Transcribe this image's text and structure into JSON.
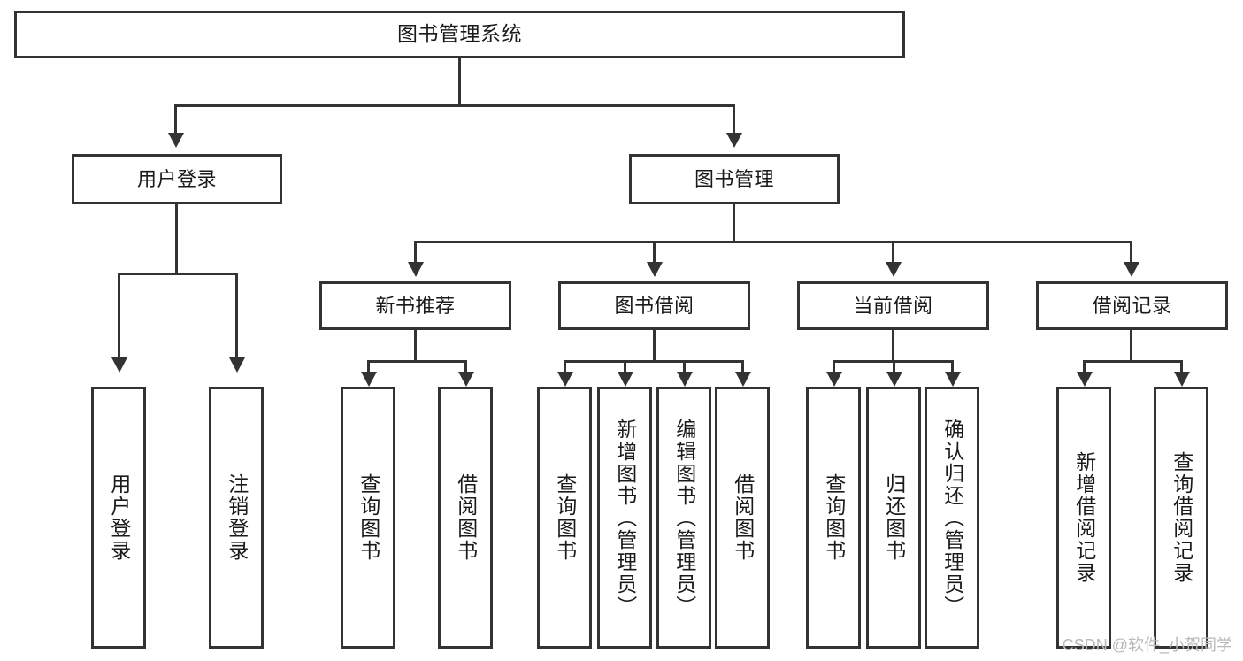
{
  "diagram": {
    "title_box": {
      "label": "图书管理系统"
    },
    "level1": [
      {
        "id": "user-login",
        "label": "用户登录"
      },
      {
        "id": "book-management",
        "label": "图书管理"
      }
    ],
    "level2": [
      {
        "id": "new-book-recommend",
        "label": "新书推荐"
      },
      {
        "id": "book-borrow",
        "label": "图书借阅"
      },
      {
        "id": "current-borrow",
        "label": "当前借阅"
      },
      {
        "id": "borrow-record",
        "label": "借阅记录"
      }
    ],
    "leaves": {
      "user_login": [
        {
          "id": "leaf-user-login",
          "label": "用户登录"
        },
        {
          "id": "leaf-logout-login",
          "label": "注销登录"
        }
      ],
      "new_book_recommend": [
        {
          "id": "leaf-query-book-1",
          "label": "查询图书"
        },
        {
          "id": "leaf-borrow-book-1",
          "label": "借阅图书"
        }
      ],
      "book_borrow": [
        {
          "id": "leaf-query-book-2",
          "label": "查询图书"
        },
        {
          "id": "leaf-add-book",
          "label": "新增图书（管理员）"
        },
        {
          "id": "leaf-edit-book",
          "label": "编辑图书（管理员）"
        },
        {
          "id": "leaf-borrow-book-2",
          "label": "借阅图书"
        }
      ],
      "current_borrow": [
        {
          "id": "leaf-query-book-3",
          "label": "查询图书"
        },
        {
          "id": "leaf-return-book",
          "label": "归还图书"
        },
        {
          "id": "leaf-confirm-return",
          "label": "确认归还（管理员）"
        }
      ],
      "borrow_record": [
        {
          "id": "leaf-add-record",
          "label": "新增借阅记录"
        },
        {
          "id": "leaf-query-record",
          "label": "查询借阅记录"
        }
      ]
    }
  },
  "watermark": {
    "text": "CSDN @软件_小贺同学"
  },
  "colors": {
    "stroke": "#333333",
    "fill": "#ffffff",
    "text": "#1a1a1a",
    "watermark": "#b9b9b9"
  }
}
